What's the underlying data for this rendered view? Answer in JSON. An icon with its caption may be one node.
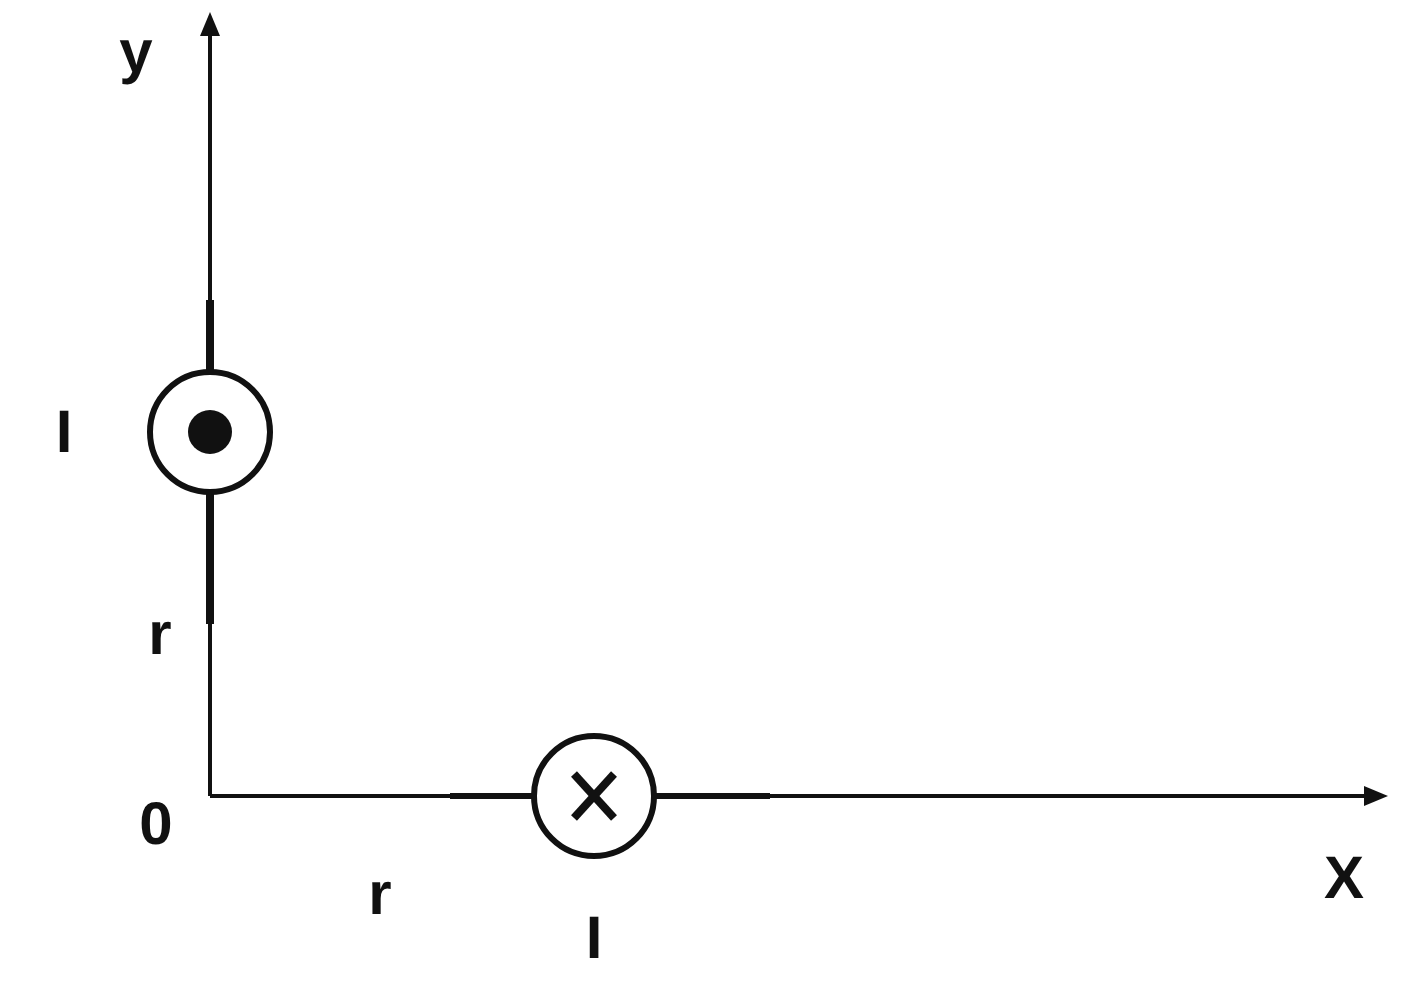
{
  "diagram": {
    "labels": [
      "y",
      "I",
      "r",
      "0",
      "r",
      "I",
      "X"
    ]
  }
}
